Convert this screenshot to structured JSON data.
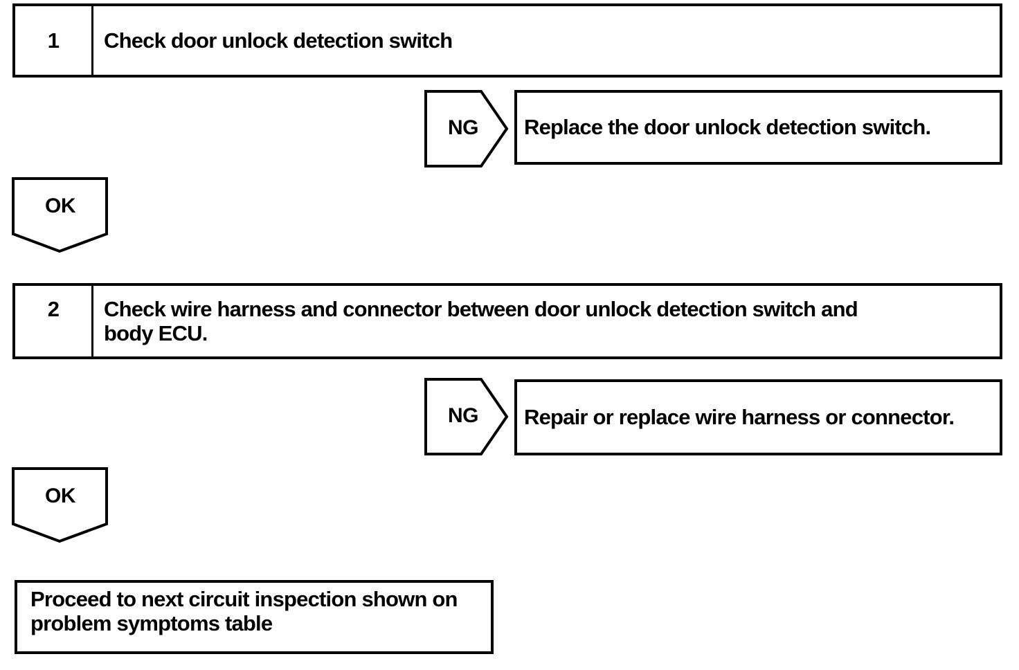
{
  "flowchart": {
    "steps": [
      {
        "number": "1",
        "title_lines": [
          "Check door unlock detection switch"
        ],
        "ng": {
          "label": "NG",
          "result": "Replace the door unlock detection switch."
        },
        "ok": {
          "label": "OK"
        }
      },
      {
        "number": "2",
        "title_lines": [
          "Check wire harness and connector between door unlock detection switch and",
          "body ECU."
        ],
        "ng": {
          "label": "NG",
          "result": "Repair or replace wire harness or connector."
        },
        "ok": {
          "label": "OK"
        }
      }
    ],
    "end": {
      "text_lines": [
        "Proceed to next circuit inspection shown on",
        "problem symptoms table"
      ]
    },
    "colors": {
      "line": "#000000",
      "background": "#ffffff"
    }
  }
}
